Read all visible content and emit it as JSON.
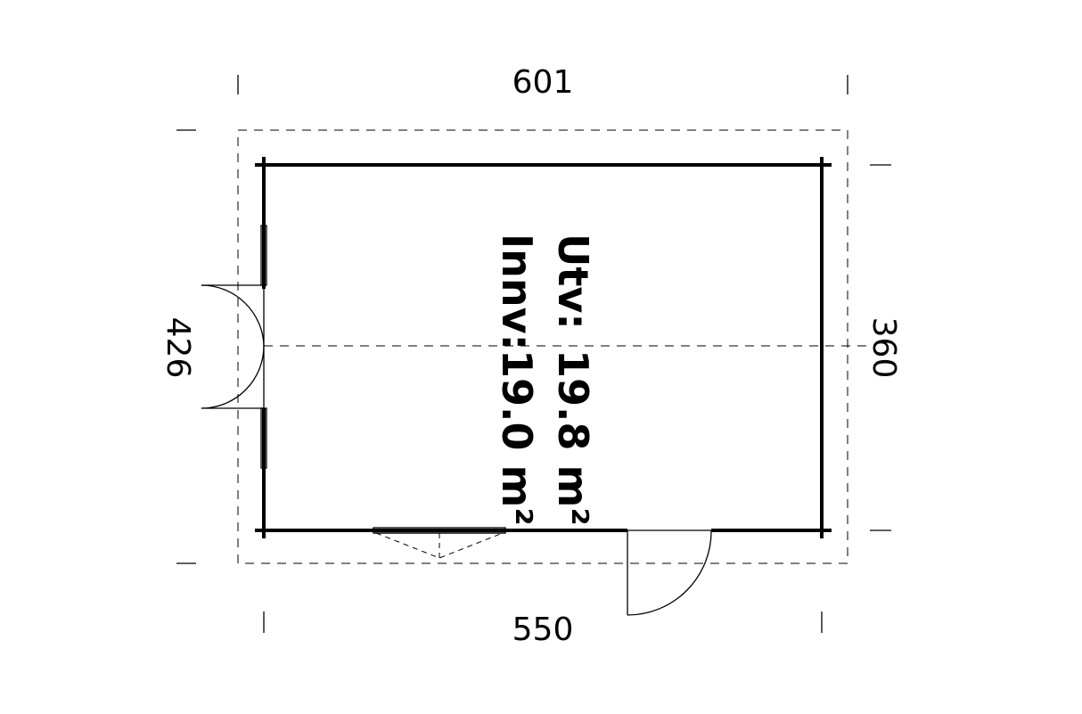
{
  "floor_plan": {
    "dimensions": {
      "outer_width": "601",
      "inner_width": "550",
      "outer_depth": "426",
      "inner_depth": "360"
    },
    "area": {
      "outer_label": "Utv:",
      "outer_value": "19.8 m²",
      "inner_label": "Innv:",
      "inner_value": "19.0 m²"
    }
  }
}
